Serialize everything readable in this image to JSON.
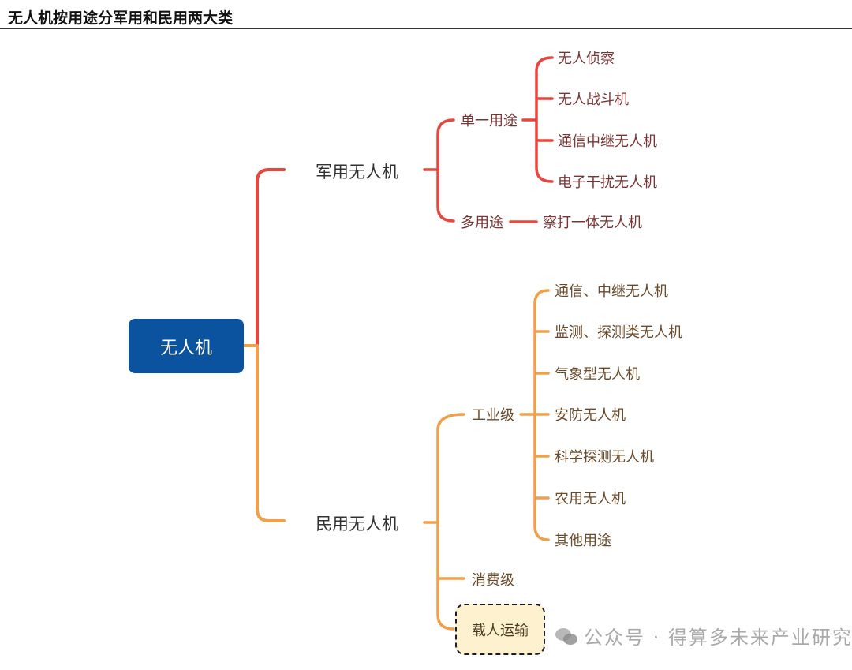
{
  "title": "无人机按用途分军用和民用两大类",
  "root": "无人机",
  "military": {
    "label": "军用无人机",
    "single": {
      "label": "单一用途",
      "items": [
        "无人侦察",
        "无人战斗机",
        "通信中继无人机",
        "电子干扰无人机"
      ]
    },
    "multi": {
      "label": "多用途",
      "items": [
        "察打一体无人机"
      ]
    }
  },
  "civil": {
    "label": "民用无人机",
    "industrial": {
      "label": "工业级",
      "items": [
        "通信、中继无人机",
        "监测、探测类无人机",
        "气象型无人机",
        "安防无人机",
        "科学探测无人机",
        "农用无人机",
        "其他用途"
      ]
    },
    "consumer": {
      "label": "消费级"
    },
    "manned": {
      "label": "载人运输"
    }
  },
  "watermark": "公众号 · 得算多未来产业研究",
  "colors": {
    "military": "#e8473f",
    "civil": "#f0a04b",
    "root": "#0b539e"
  }
}
